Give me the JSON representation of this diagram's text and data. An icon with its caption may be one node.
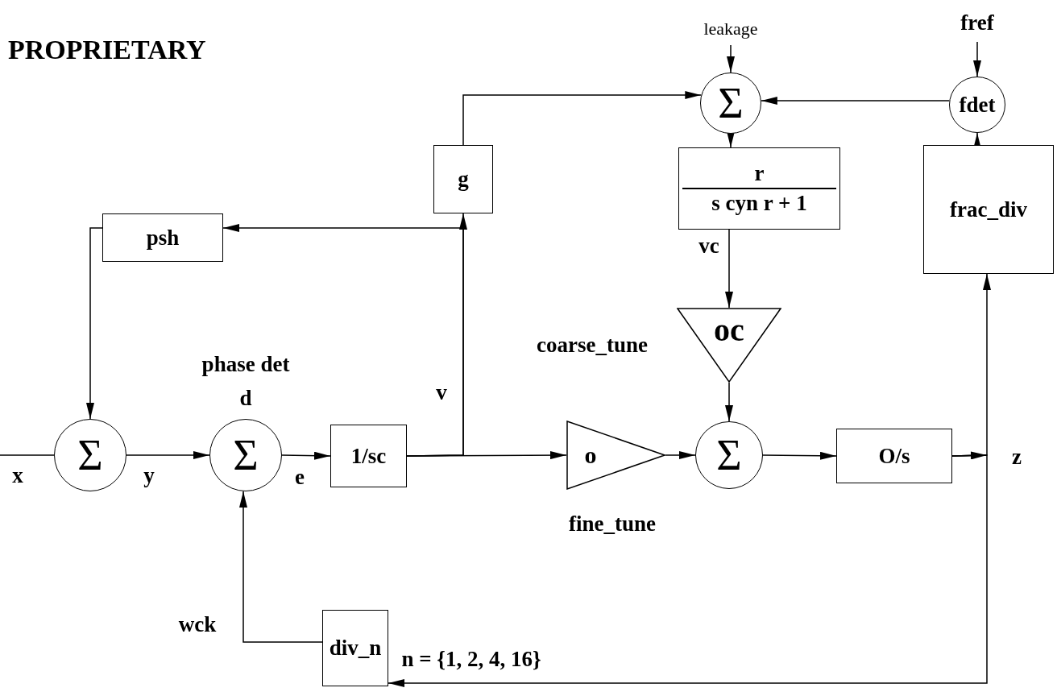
{
  "diagram": {
    "nodes": [
      {
        "text": [
          "Σ"
        ]
      },
      {
        "text": [
          "Σ"
        ],
        "beside": [
          "phase det",
          "d"
        ]
      },
      {
        "text": [
          "1/sc"
        ]
      },
      {
        "text": [
          "psh"
        ]
      },
      {
        "text": [
          "g"
        ]
      },
      {
        "text": [
          "Σ"
        ]
      },
      {
        "text": [
          "fdet"
        ]
      },
      {
        "text": [
          "r",
          "s cyn r + 1"
        ]
      },
      {
        "text": [
          "oc"
        ],
        "beside": [
          "coarse_tune"
        ]
      },
      {
        "text": [
          "o"
        ],
        "beside": [
          "fine_tune"
        ]
      },
      {
        "text": [
          "Σ"
        ]
      },
      {
        "text": [
          "O/s"
        ]
      },
      {
        "text": [
          "frac_div"
        ]
      },
      {
        "text": [
          "div_n"
        ],
        "beside": [
          "n = {1, 2, 4, 16}"
        ]
      }
    ],
    "edges": [
      {
        "from": null,
        "to": 0,
        "arrow": "none",
        "label": "x"
      },
      {
        "from": 0,
        "to": 1,
        "arrow": "to",
        "label": "y"
      },
      {
        "from": 1,
        "to": 2,
        "arrow": "to",
        "label": "e"
      },
      {
        "from": 2,
        "to": 9,
        "arrow": "to"
      },
      {
        "from": 2,
        "to": 4,
        "arrow": "to",
        "label": "v"
      },
      {
        "from": 2,
        "to": 3,
        "arrow": "to"
      },
      {
        "from": 3,
        "to": 0,
        "arrow": "to"
      },
      {
        "from": 4,
        "to": 5,
        "arrow": "to"
      },
      {
        "from": null,
        "to": 5,
        "arrow": "to",
        "label": "leakage"
      },
      {
        "from": 6,
        "to": 5,
        "arrow": "to"
      },
      {
        "from": null,
        "to": 6,
        "arrow": "to",
        "label": "fref"
      },
      {
        "from": 12,
        "to": 6,
        "arrow": "to"
      },
      {
        "from": 5,
        "to": 7,
        "arrow": "to"
      },
      {
        "from": 7,
        "to": 8,
        "arrow": "to",
        "label": "vc"
      },
      {
        "from": 8,
        "to": 10,
        "arrow": "to"
      },
      {
        "from": 9,
        "to": 10,
        "arrow": "to"
      },
      {
        "from": 10,
        "to": 11,
        "arrow": "to"
      },
      {
        "from": 11,
        "to": 12,
        "arrow": "to"
      },
      {
        "from": 11,
        "to": 13,
        "arrow": "to"
      },
      {
        "from": 13,
        "to": 1,
        "arrow": "to",
        "label": "wck"
      }
    ],
    "labels": [
      "PROPRIETARY",
      "z"
    ]
  }
}
